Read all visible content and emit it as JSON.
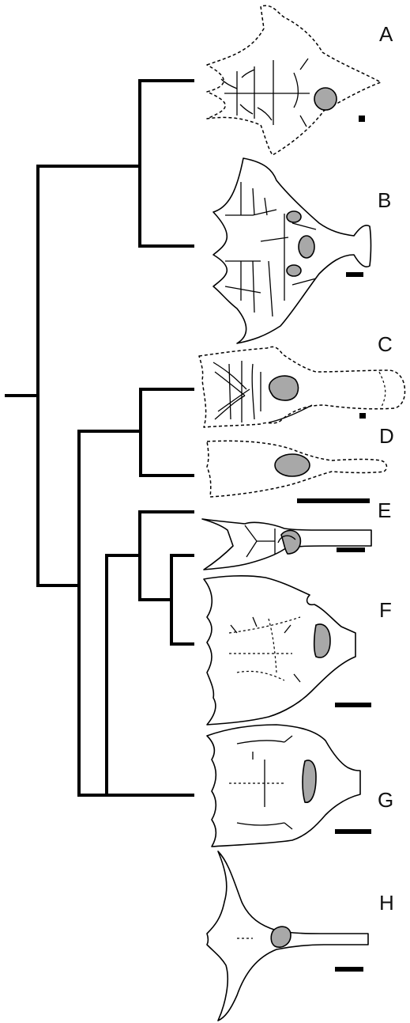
{
  "figure": {
    "taxa": [
      {
        "label": "A"
      },
      {
        "label": "B"
      },
      {
        "label": "C"
      },
      {
        "label": "D"
      },
      {
        "label": "E"
      },
      {
        "label": "F"
      },
      {
        "label": "G"
      },
      {
        "label": "H"
      }
    ]
  }
}
